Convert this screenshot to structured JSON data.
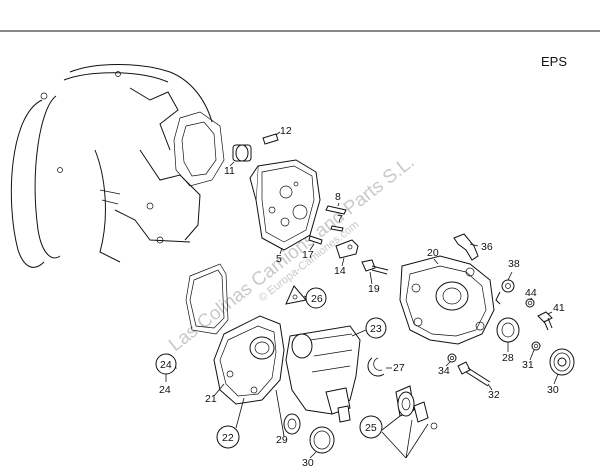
{
  "diagram": {
    "code": "EPS",
    "watermark": "Las Colinas Camions and Parts S.L.",
    "watermark_url": "© Europa-Camiones.com",
    "labels": {
      "l11": "11",
      "l12": "12",
      "l5": "5",
      "l8": "8",
      "l7": "7",
      "l17": "17",
      "l14": "14",
      "l19": "19",
      "l20": "20",
      "l36": "36",
      "l38": "38",
      "l44": "44",
      "l41": "41",
      "l26": "26",
      "l23": "23",
      "l24": "24",
      "l27": "27",
      "l21": "21",
      "l22": "22",
      "l29": "29",
      "l25": "25",
      "l30a": "30",
      "l30b": "30",
      "l28": "28",
      "l31": "31",
      "l34": "34",
      "l32": "32"
    }
  }
}
